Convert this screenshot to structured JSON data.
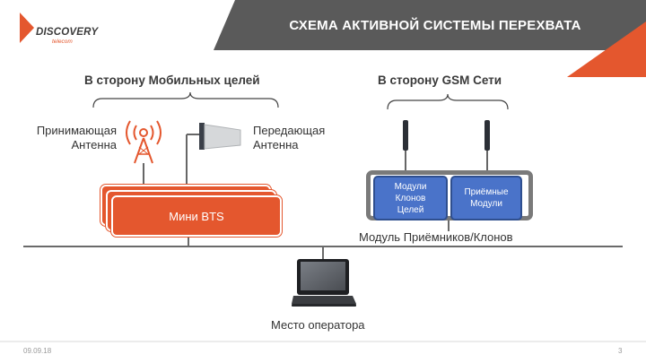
{
  "header": {
    "title": "СХЕМА АКТИВНОЙ СИСТЕМЫ ПЕРЕХВАТА",
    "logo_name": "DISCOVERY",
    "logo_sub": "telecom"
  },
  "colors": {
    "accent": "#e4572e",
    "header_gray": "#5a5a5a",
    "module_blue": "#4a73c9"
  },
  "left_group": {
    "title": "В сторону Мобильных целей",
    "receive_antenna": "Принимающая\nАнтенна",
    "transmit_antenna": "Передающая\nАнтенна",
    "bts_label": "Мини BTS"
  },
  "right_group": {
    "title": "В сторону GSM Сети",
    "module_clones": "Модули\nКлонов\nЦелей",
    "module_receivers": "Приёмные\nМодули",
    "caption": "Модуль Приёмников/Клонов"
  },
  "operator": {
    "caption": "Место оператора"
  },
  "footer": {
    "date": "09.09.18",
    "page": "3"
  }
}
